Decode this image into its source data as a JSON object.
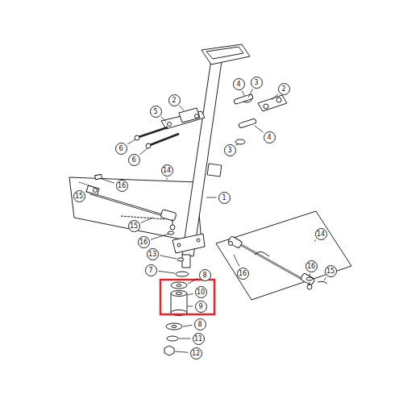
{
  "diagram": {
    "labels": [
      "2",
      "4",
      "3",
      "5",
      "2",
      "3",
      "4",
      "6",
      "6",
      "14",
      "16",
      "15",
      "1",
      "15",
      "16",
      "14",
      "15",
      "16",
      "16",
      "13",
      "7",
      "8",
      "10",
      "9",
      "8",
      "11",
      "12"
    ]
  }
}
